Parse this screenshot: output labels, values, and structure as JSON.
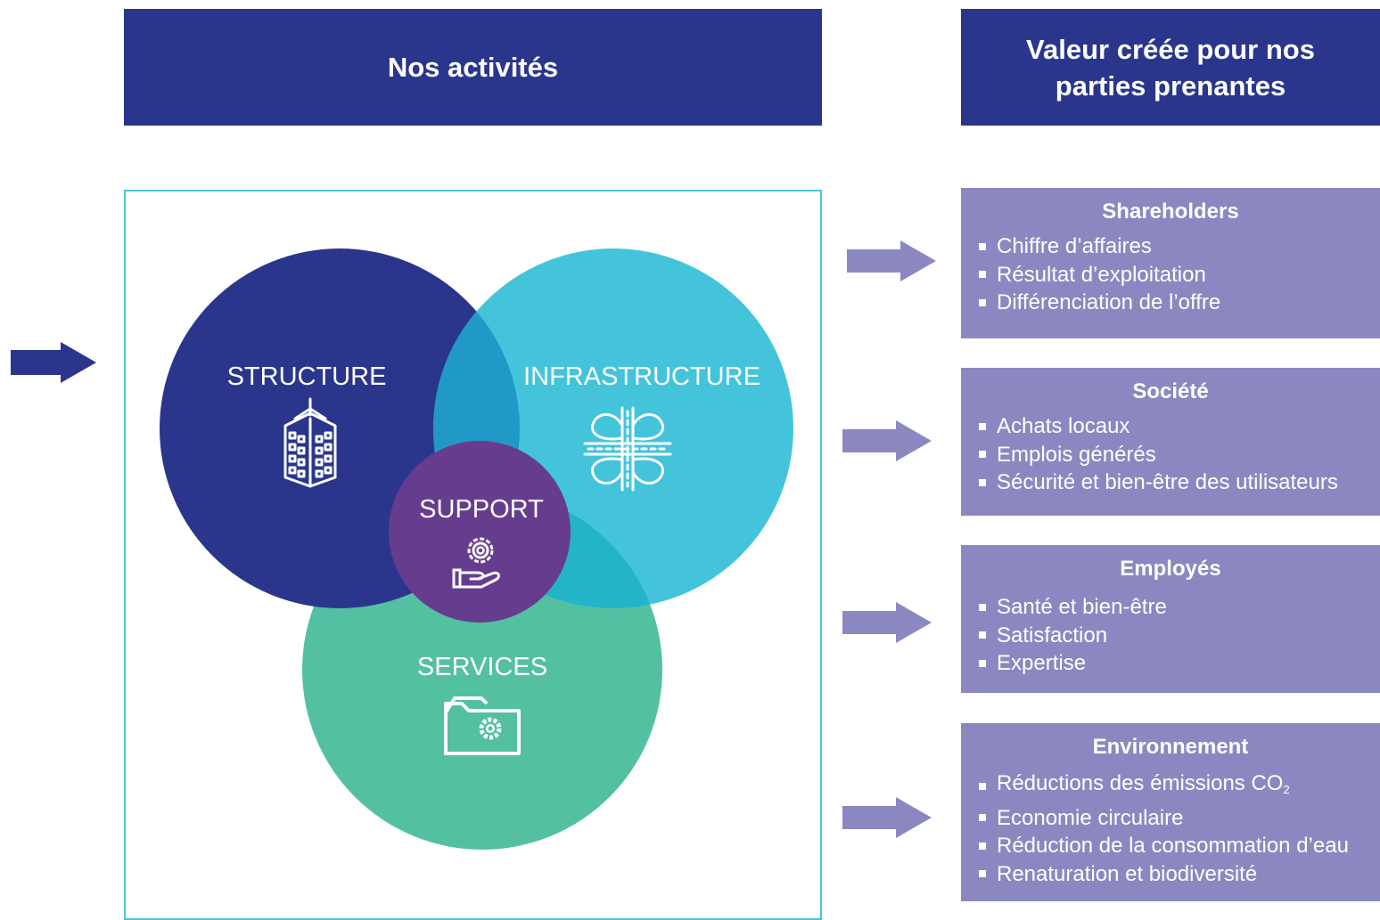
{
  "headers": {
    "activities": "Nos activités",
    "value_line1": "Valeur créée pour nos",
    "value_line2": "parties prenantes"
  },
  "circles": {
    "structure": {
      "label": "STRUCTURE",
      "icon": "building-icon",
      "color": "#2a368c"
    },
    "infrastructure": {
      "label": "INFRASTRUCTURE",
      "icon": "highway-interchange-icon",
      "color": "#44c4db"
    },
    "services": {
      "label": "SERVICES",
      "icon": "folder-gear-icon",
      "color": "#53c0a1"
    },
    "support": {
      "label": "SUPPORT",
      "icon": "hand-gear-icon",
      "color": "#663d8e"
    }
  },
  "stakeholders": [
    {
      "title": "Shareholders",
      "items": [
        "Chiffre d’affaires",
        "Résultat d’exploitation",
        "Différenciation de l’offre"
      ]
    },
    {
      "title": "Société",
      "items": [
        "Achats locaux",
        "Emplois générés",
        "Sécurité et bien-être des utilisateurs"
      ]
    },
    {
      "title": "Employés",
      "items": [
        "Santé et bien-être",
        "Satisfaction",
        "Expertise"
      ]
    },
    {
      "title": "Environnement",
      "items": [
        "Réductions des émissions CO",
        "Economie circulaire",
        "Réduction de la consommation d’eau",
        "Renaturation et biodiversité"
      ]
    }
  ],
  "co2_subscript": "2",
  "colors": {
    "header_bg": "#2a368c",
    "panel_bg": "#8b88c1",
    "frame_border": "#4cc6d6",
    "arrow_left": "#2a368c",
    "arrow_right": "#8b88c1"
  }
}
